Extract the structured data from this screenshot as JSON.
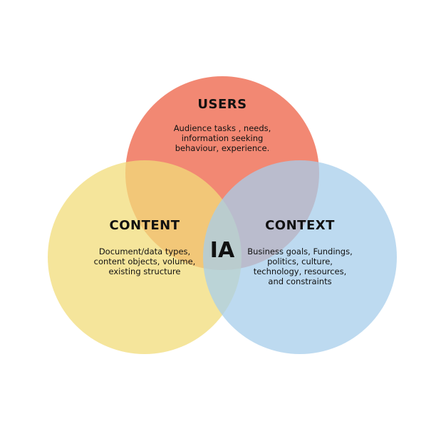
{
  "circles": [
    {
      "id": "users",
      "title": "USERS",
      "lines": [
        "Audience tasks , needs,",
        "information seeking",
        "behaviour, experience."
      ],
      "color": "#F0735A"
    },
    {
      "id": "content",
      "title": "CONTENT",
      "lines": [
        "Document/data types,",
        "content objects, volume,",
        "existing structure"
      ],
      "color": "#F2DC7A"
    },
    {
      "id": "context",
      "title": "CONTEXT",
      "lines": [
        "Business goals, Fundings,",
        "politics, culture,",
        "technology, resources,",
        "and constraints"
      ],
      "color": "#A7CDEB"
    }
  ],
  "center": {
    "label": "IA"
  }
}
